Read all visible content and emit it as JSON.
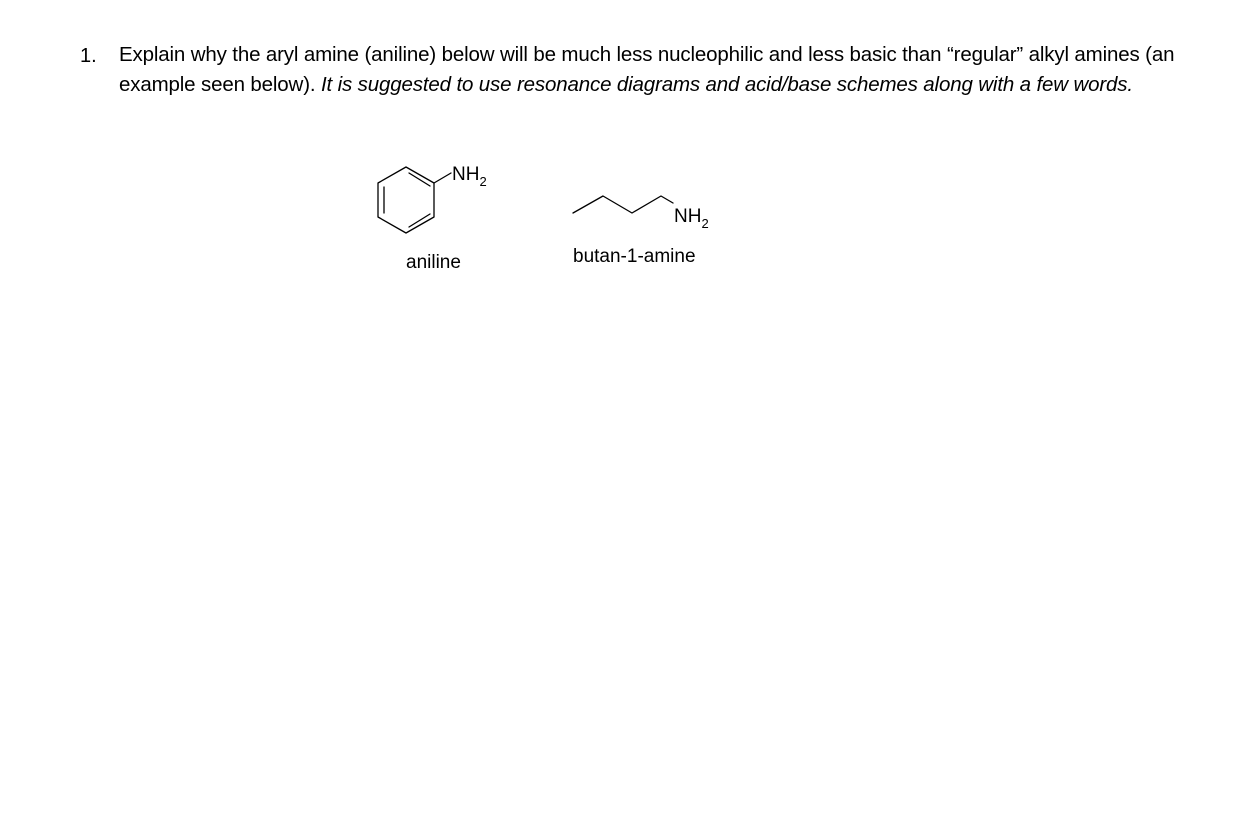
{
  "question": {
    "number": "1.",
    "text_plain": "Explain why the aryl amine (aniline) below will be much less nucleophilic and less basic than “regular” alkyl amines (an example seen below).",
    "text_italic": "It is suggested to use resonance diagrams and acid/base schemes along with a few words."
  },
  "molecules": {
    "aniline": {
      "group_main": "NH",
      "group_sub": "2",
      "label": "aniline"
    },
    "butylamine": {
      "group_main": "NH",
      "group_sub": "2",
      "label": "butan-1-amine"
    }
  }
}
